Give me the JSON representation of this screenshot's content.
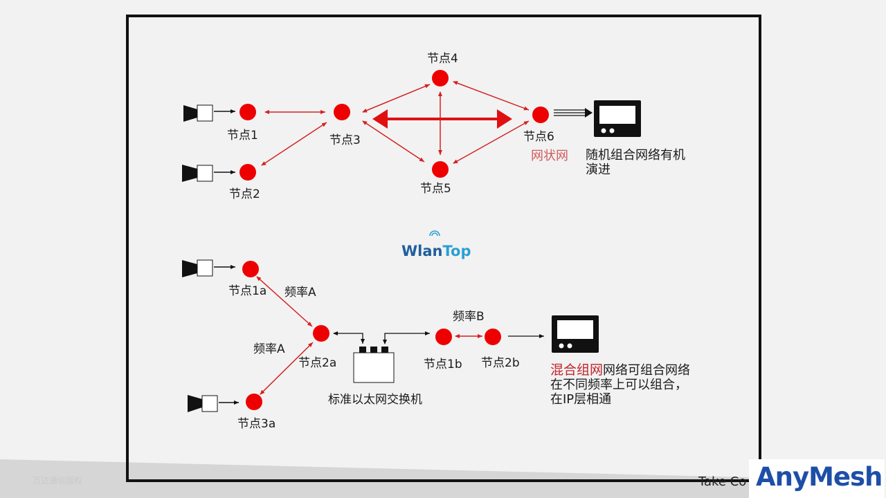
{
  "mesh": {
    "nodes": {
      "n1": "节点1",
      "n2": "节点2",
      "n3": "节点3",
      "n4": "节点4",
      "n5": "节点5",
      "n6": "节点6"
    },
    "type_label": "网状网",
    "note": "随机组合网络有机演进"
  },
  "mixed": {
    "nodes": {
      "n1a": "节点1a",
      "n2a": "节点2a",
      "n3a": "节点3a",
      "n1b": "节点1b",
      "n2b": "节点2b"
    },
    "freq_a_top": "频率A",
    "freq_a_bottom": "频率A",
    "freq_b": "频率B",
    "switch_label": "标准以太网交换机",
    "type_label": "混合组网",
    "note": "网络可组合网络在不同频率上可以组合，在IP层相通"
  },
  "watermark": "WlanTop",
  "footer": {
    "copyright": "万达通信版权",
    "take": "Take Co",
    "logo": "AnyMesh"
  },
  "colors": {
    "node": "#ee0000",
    "link": "#d42020",
    "frame": "#111111"
  }
}
